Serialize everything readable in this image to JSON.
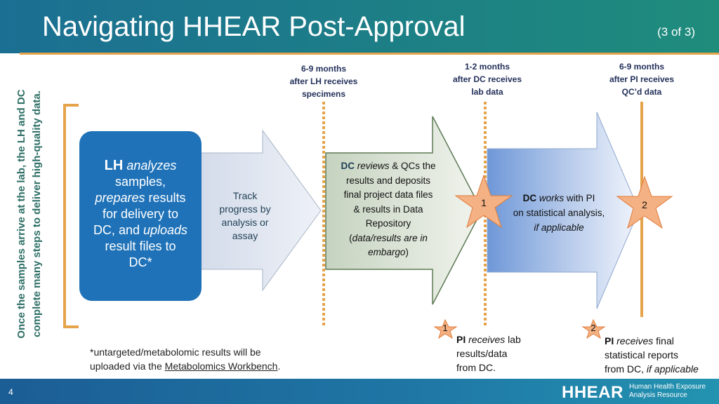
{
  "header": {
    "title": "Navigating HHEAR Post-Approval",
    "page_indicator": "(3 of 3)"
  },
  "side_text": {
    "line1": "Once the samples arrive at the lab, the LH and DC",
    "line2": "complete many steps to deliver high-quality data."
  },
  "lh_box": {
    "bold": "LH",
    "lines": [
      "analyzes",
      "samples,",
      "prepares",
      "results",
      "for delivery to",
      "DC, and",
      "uploads",
      "result files to",
      "DC*"
    ]
  },
  "arrow1": {
    "text": [
      "Track",
      "progress by",
      "analysis or",
      "assay"
    ]
  },
  "arrow2": {
    "bold": "DC",
    "italic1": "reviews",
    "t1": "& QCs the",
    "t2": "results and deposits",
    "t3": "final project data files",
    "t4": "& results in Data",
    "t5": "Repository",
    "t6": "data/results are in",
    "t7": "embargo"
  },
  "arrow3": {
    "bold": "DC",
    "italic1": "works",
    "t1": "with PI",
    "t2": "on statistical analysis,",
    "t3": "if applicable"
  },
  "timeline": [
    {
      "l1": "6-9 months",
      "l2": "after LH receives",
      "l3": "specimens"
    },
    {
      "l1": "1-2 months",
      "l2": "after DC receives",
      "l3": "lab data"
    },
    {
      "l1": "6-9 months",
      "l2": "after PI receives",
      "l3": "QC’d data"
    }
  ],
  "stars": {
    "s1": "1",
    "s2": "2",
    "s3": "1",
    "s4": "2"
  },
  "pi1": {
    "bold": "PI",
    "italic": "receives",
    "t1": "lab",
    "t2": "results/data",
    "t3": "from DC."
  },
  "pi2": {
    "bold": "PI",
    "italic": "receives",
    "t1": "final",
    "t2": "statistical reports",
    "t3": "from DC,",
    "t4": "if applicable"
  },
  "footnote": {
    "line1": "*untargeted/metabolomic results will be",
    "line2a": "uploaded via the",
    "link": "Metabolomics Workbench",
    "line2b": "."
  },
  "footer": {
    "slide_number": "4",
    "logo": "HHEAR",
    "logo_line1": "Human Health Exposure",
    "logo_line2": "Analysis Resource"
  },
  "colors": {
    "header": "#1d7f86",
    "accent": "#e5a44c",
    "lh_box": "#1f72b8",
    "star": "#f4b183",
    "footer": "#1f78a6"
  }
}
